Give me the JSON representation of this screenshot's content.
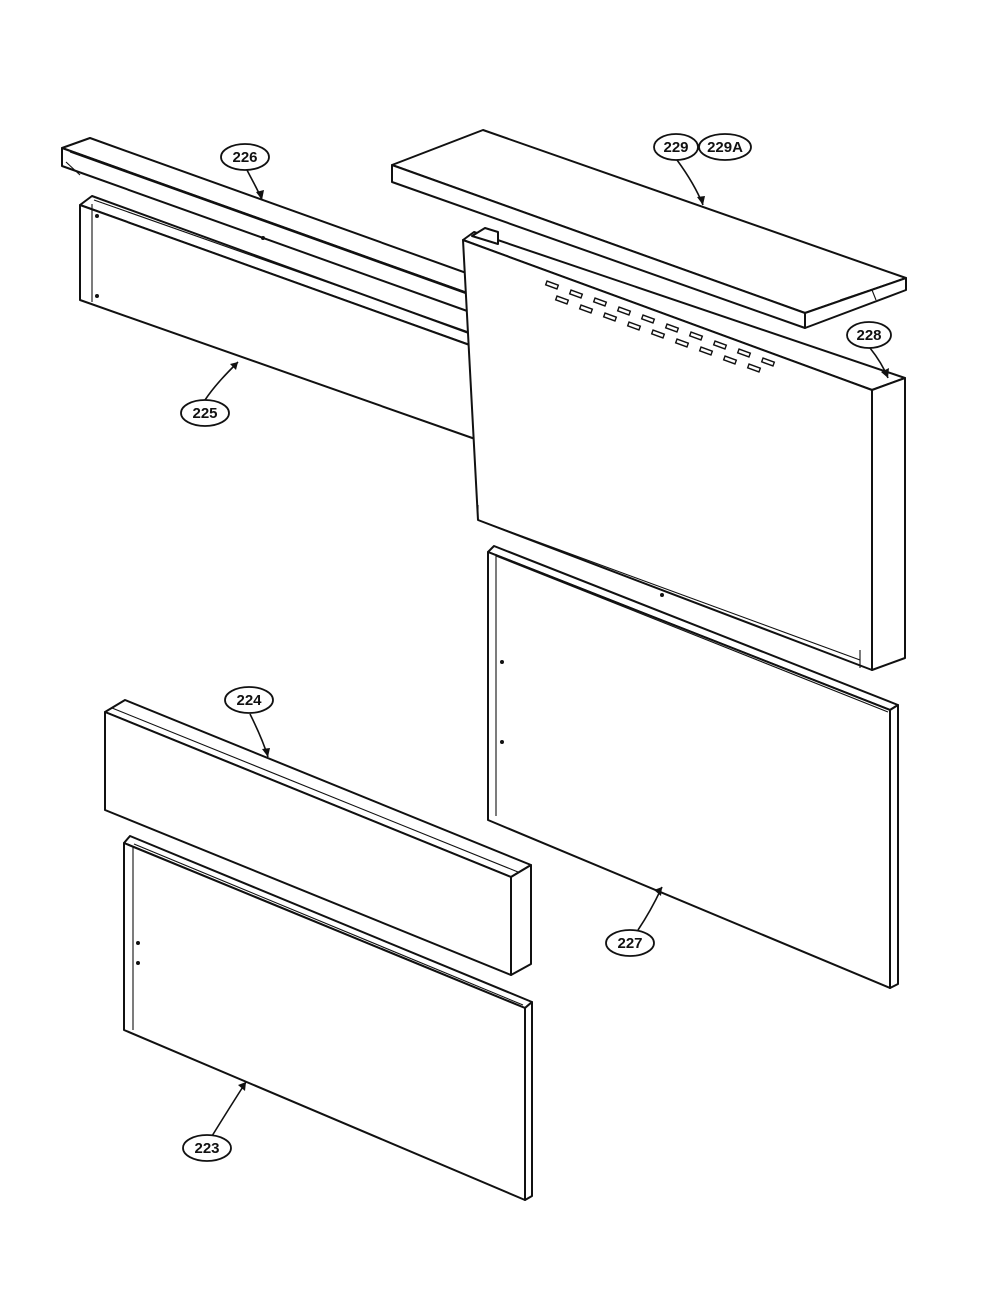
{
  "callouts": {
    "c223": "223",
    "c224": "224",
    "c225": "225",
    "c226": "226",
    "c227": "227",
    "c228": "228",
    "c229": "229",
    "c229a": "229A"
  },
  "colors": {
    "line": "#111111",
    "paper": "#ffffff"
  }
}
